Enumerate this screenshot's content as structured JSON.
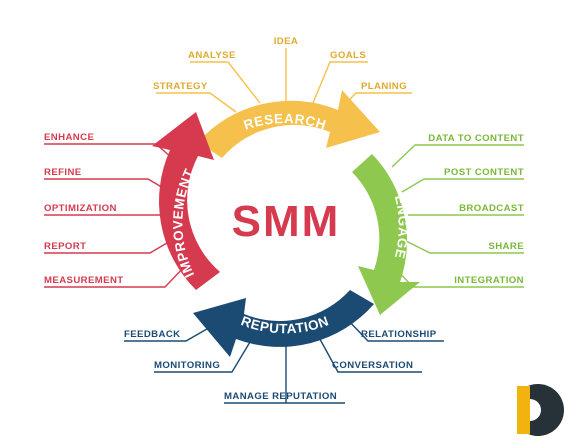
{
  "center": {
    "title": "SMM",
    "color": "#d63a4e"
  },
  "colors": {
    "research": "#f6c04c",
    "engage": "#8ec84f",
    "reputation": "#1b4a73",
    "improvement": "#d63a4e"
  },
  "segments": {
    "research": "RESEARCH",
    "engage": "ENGAGE",
    "reputation": "REPUTATION",
    "improvement": "IMPROVEMENT"
  },
  "research_items": {
    "idea": "IDEA",
    "analyse": "ANALYSE",
    "goals": "GOALS",
    "strategy": "STRATEGY",
    "planing": "PLANING"
  },
  "engage_items": [
    "DATA TO CONTENT",
    "POST CONTENT",
    "BROADCAST",
    "SHARE",
    "INTEGRATION"
  ],
  "improvement_items": [
    "ENHANCE",
    "REFINE",
    "OPTIMIZATION",
    "REPORT",
    "MEASUREMENT"
  ],
  "reputation_items": {
    "feedback": "FEEDBACK",
    "monitoring": "MONITORING",
    "manage": "MANAGE REPUTATION",
    "conversation": "CONVERSATION",
    "relationship": "RELATIONSHIP"
  }
}
